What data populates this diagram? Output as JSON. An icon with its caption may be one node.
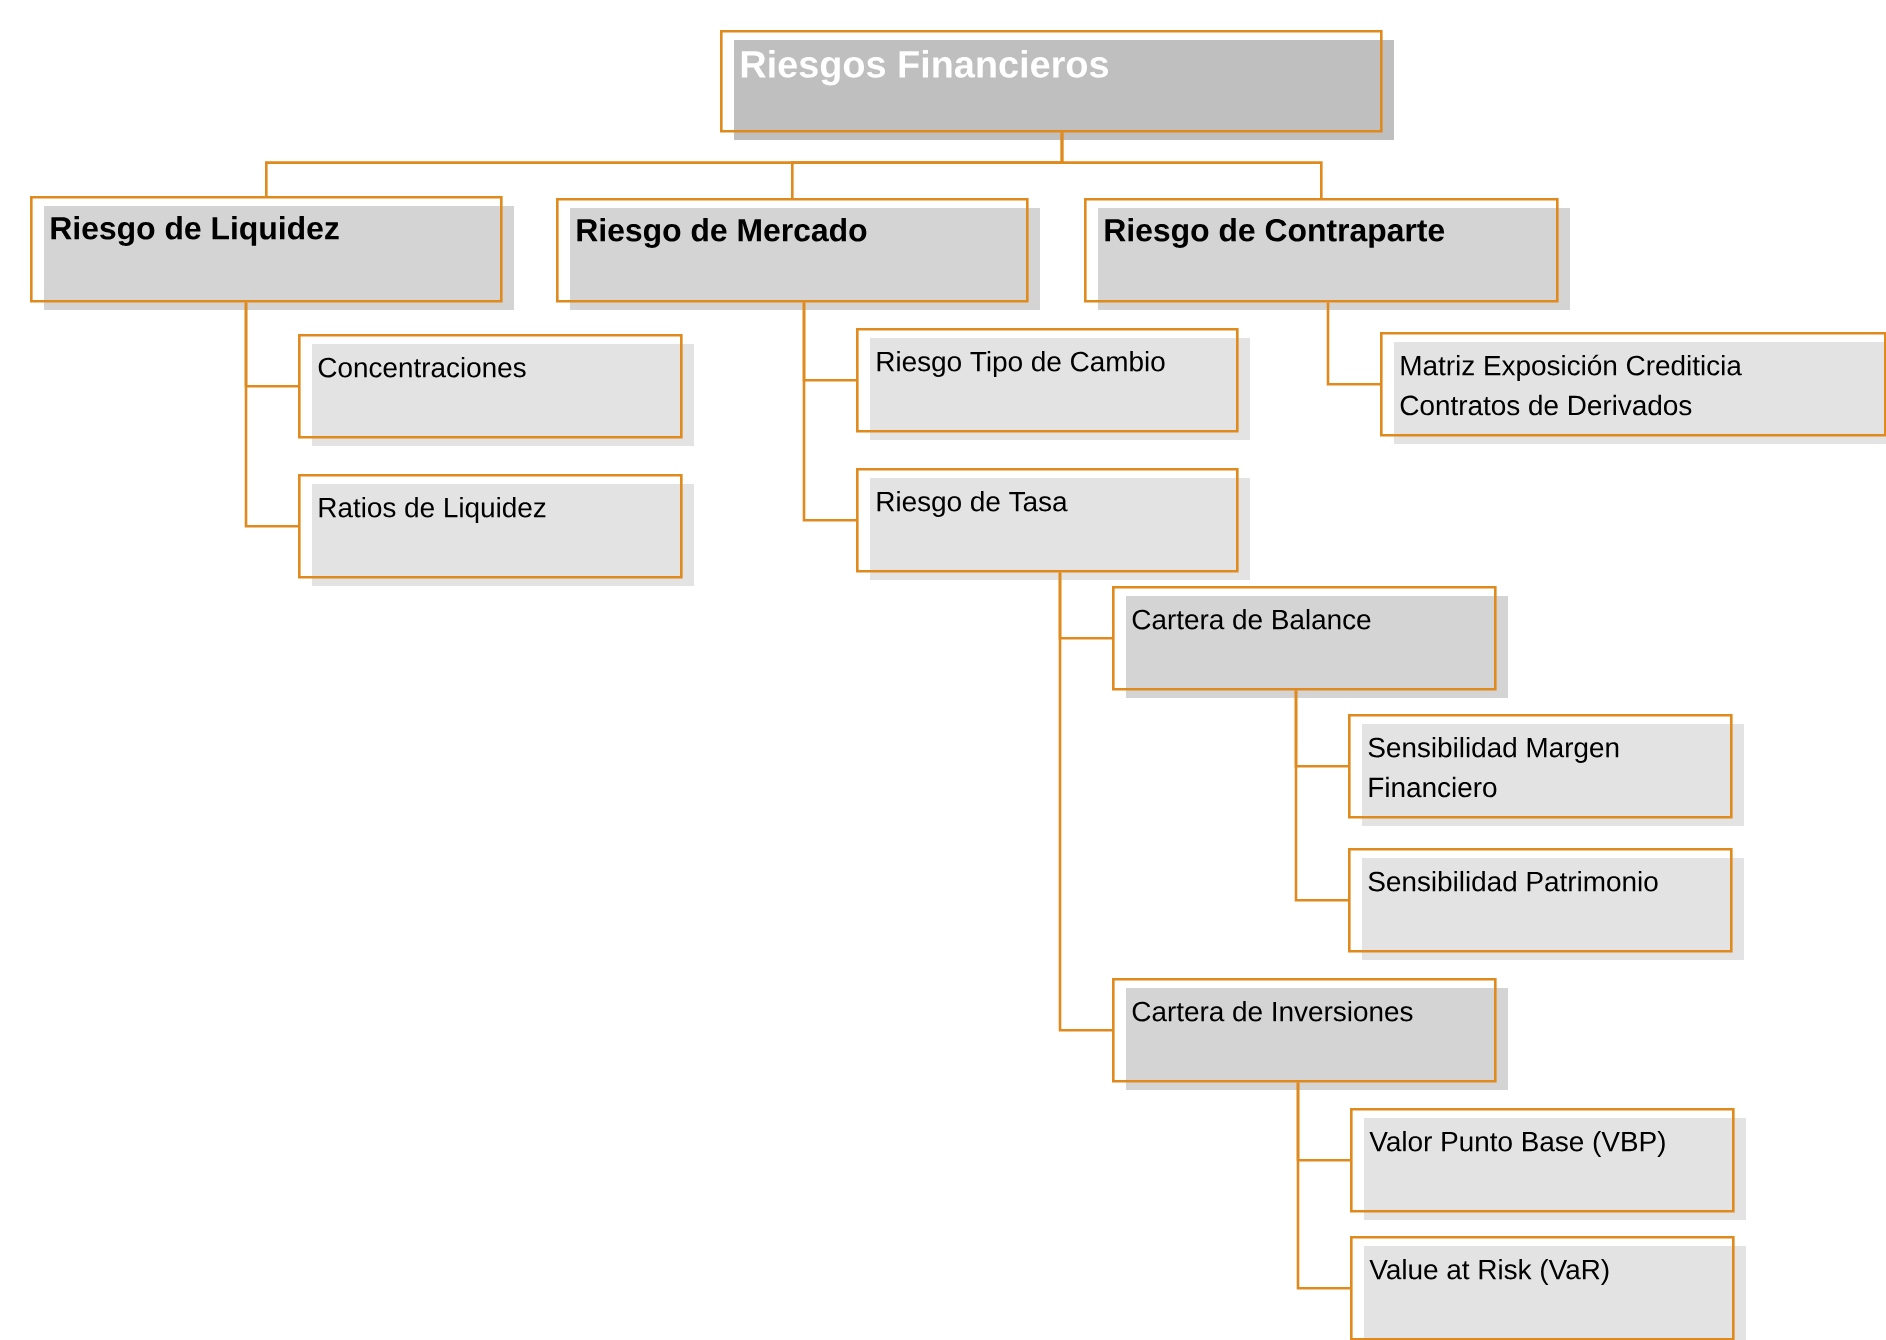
{
  "diagram": {
    "nodes": [
      {
        "text": [
          "Riesgos Financieros"
        ]
      },
      {
        "text": [
          "Riesgo de Liquidez"
        ]
      },
      {
        "text": [
          "Riesgo de Mercado"
        ]
      },
      {
        "text": [
          "Riesgo de Contraparte"
        ]
      },
      {
        "text": [
          "Concentraciones"
        ]
      },
      {
        "text": [
          "Ratios de Liquidez"
        ]
      },
      {
        "text": [
          "Riesgo Tipo de Cambio"
        ]
      },
      {
        "text": [
          "Riesgo de Tasa"
        ]
      },
      {
        "text": [
          "Matriz Exposición Crediticia Contratos de Derivados"
        ]
      },
      {
        "text": [
          "Cartera de Balance"
        ]
      },
      {
        "text": [
          "Sensibilidad Margen Financiero"
        ]
      },
      {
        "text": [
          "Sensibilidad Patrimonio"
        ]
      },
      {
        "text": [
          "Cartera de Inversiones"
        ]
      },
      {
        "text": [
          "Valor Punto Base (VBP)"
        ]
      },
      {
        "text": [
          "Value at Risk (VaR)"
        ]
      }
    ],
    "edges": [
      {
        "from": 0,
        "to": 1,
        "arrow": "none"
      },
      {
        "from": 0,
        "to": 2,
        "arrow": "none"
      },
      {
        "from": 0,
        "to": 3,
        "arrow": "none"
      },
      {
        "from": 1,
        "to": 4,
        "arrow": "none"
      },
      {
        "from": 1,
        "to": 5,
        "arrow": "none"
      },
      {
        "from": 2,
        "to": 6,
        "arrow": "none"
      },
      {
        "from": 2,
        "to": 7,
        "arrow": "none"
      },
      {
        "from": 3,
        "to": 8,
        "arrow": "none"
      },
      {
        "from": 7,
        "to": 9,
        "arrow": "none"
      },
      {
        "from": 7,
        "to": 12,
        "arrow": "none"
      },
      {
        "from": 9,
        "to": 10,
        "arrow": "none"
      },
      {
        "from": 9,
        "to": 11,
        "arrow": "none"
      },
      {
        "from": 12,
        "to": 13,
        "arrow": "none"
      },
      {
        "from": 12,
        "to": 14,
        "arrow": "none"
      }
    ]
  }
}
